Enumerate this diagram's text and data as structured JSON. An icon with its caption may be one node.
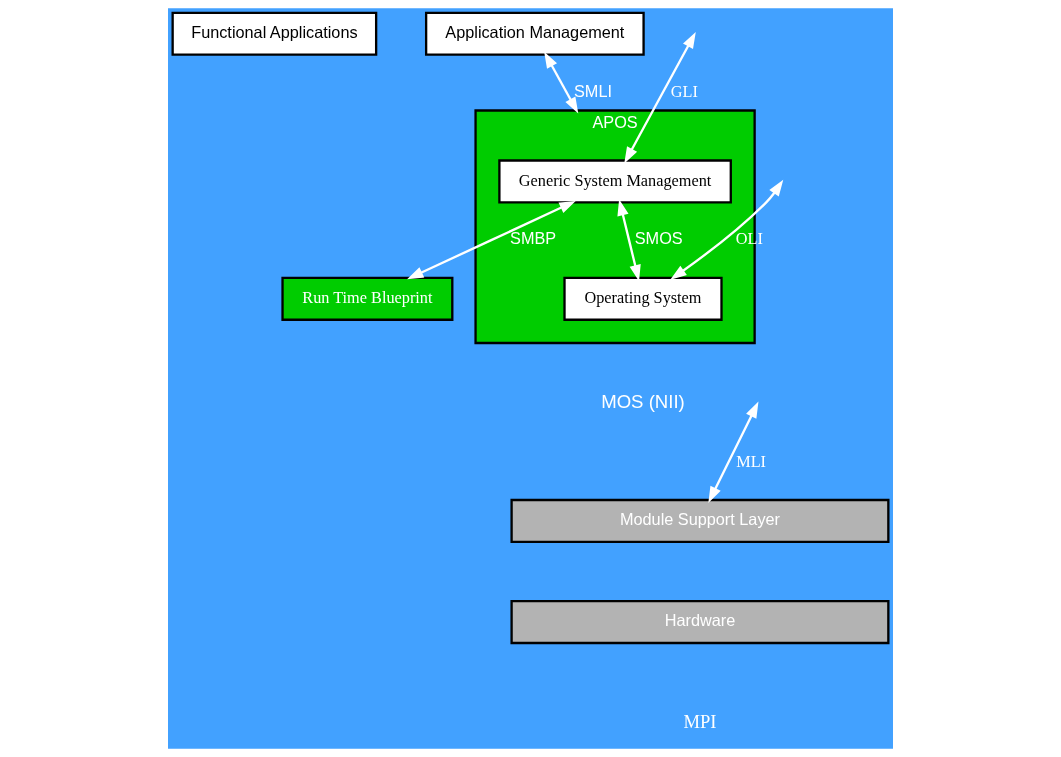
{
  "diagram": {
    "nodes": [
      {
        "text": [
          "Functional Applications"
        ]
      },
      {
        "text": [
          "Application Management"
        ]
      },
      {
        "text": [
          "APOS"
        ]
      },
      {
        "text": [
          "Generic System Management"
        ],
        "in": 2
      },
      {
        "text": [
          "Operating System"
        ],
        "in": 2
      },
      {
        "text": [
          "Run Time Blueprint"
        ]
      },
      {
        "text": [
          "Module Support Layer"
        ]
      },
      {
        "text": [
          "Hardware"
        ]
      }
    ],
    "edges": [
      {
        "from": 1,
        "to": 2,
        "arrow": "both",
        "label": "SMLI"
      },
      {
        "from": null,
        "to": 3,
        "arrow": "both",
        "label": "GLI"
      },
      {
        "from": 3,
        "to": 5,
        "arrow": "both",
        "label": "SMBP"
      },
      {
        "from": 3,
        "to": 4,
        "arrow": "both",
        "label": "SMOS"
      },
      {
        "from": null,
        "to": 4,
        "arrow": "both",
        "label": "OLI"
      },
      {
        "from": null,
        "to": 6,
        "arrow": "both",
        "label": "MLI"
      }
    ],
    "labels": [
      "MOS (NII)",
      "MPI"
    ]
  }
}
